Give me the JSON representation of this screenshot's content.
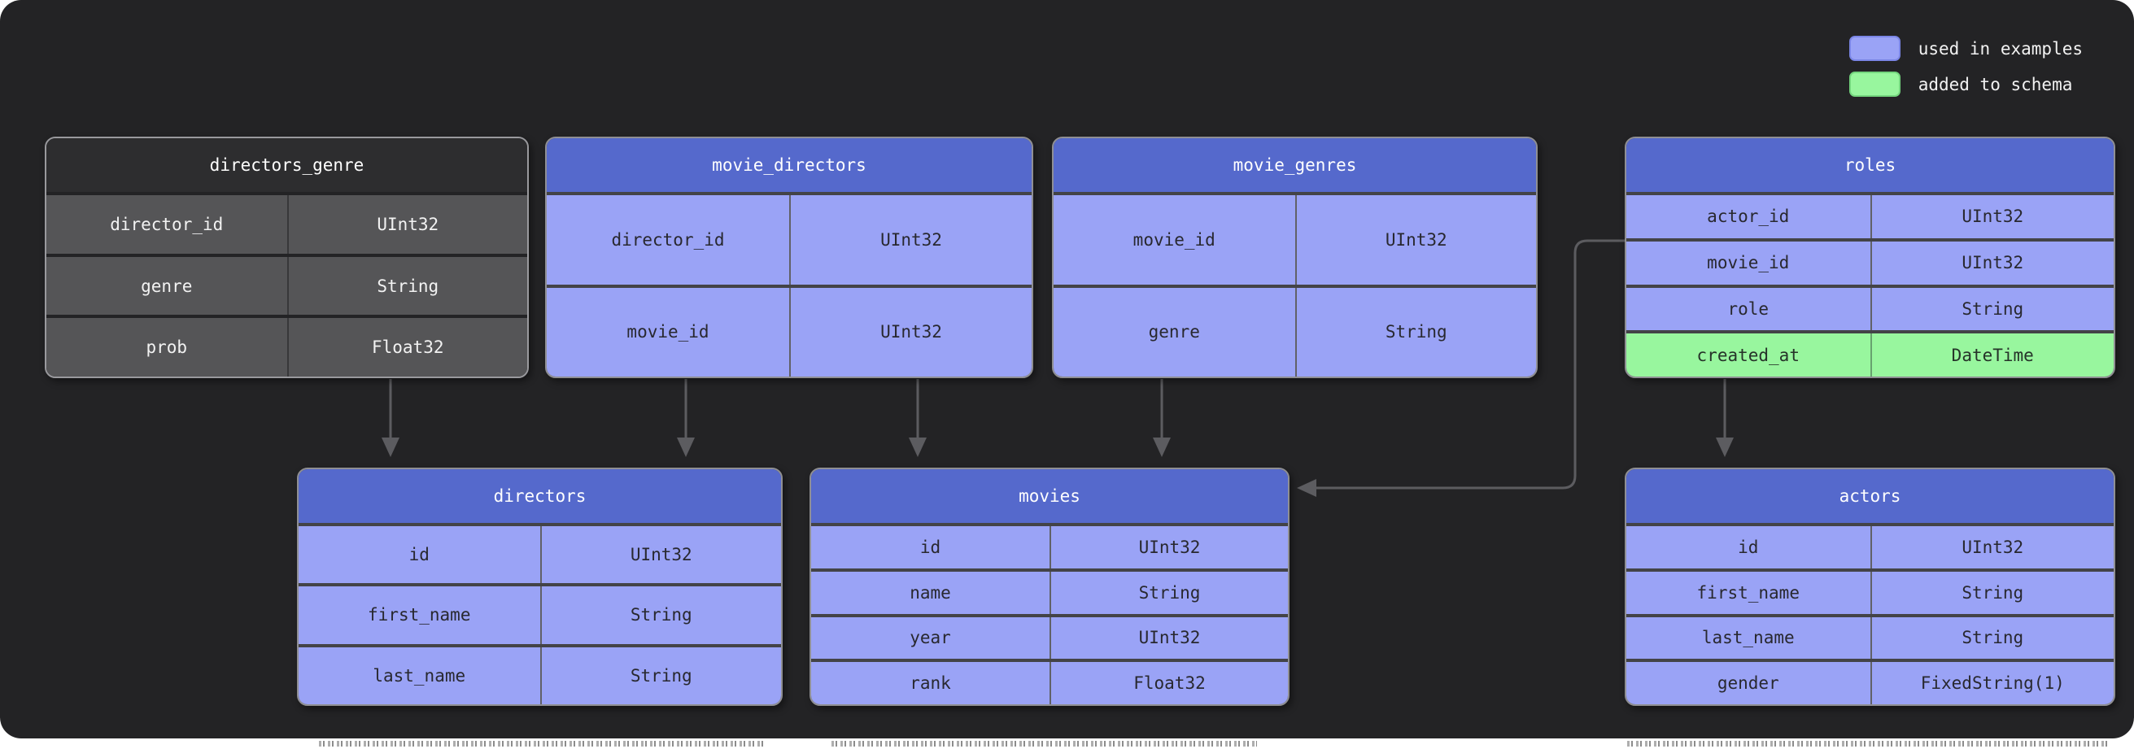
{
  "legend": {
    "items": [
      {
        "label": "used in examples",
        "color": "#9aa3f6",
        "border": "#7b86e6"
      },
      {
        "label": "added to schema",
        "color": "#98f69e",
        "border": "#74d67e"
      }
    ]
  },
  "diagram": {
    "tables": [
      {
        "id": "directors_genre",
        "title": "directors_genre",
        "variant": "plain",
        "fields": [
          {
            "name": "director_id",
            "type": "UInt32"
          },
          {
            "name": "genre",
            "type": "String"
          },
          {
            "name": "prob",
            "type": "Float32"
          }
        ]
      },
      {
        "id": "movie_directors",
        "title": "movie_directors",
        "variant": "blue",
        "fields": [
          {
            "name": "director_id",
            "type": "UInt32"
          },
          {
            "name": "movie_id",
            "type": "UInt32"
          }
        ]
      },
      {
        "id": "movie_genres",
        "title": "movie_genres",
        "variant": "blue",
        "fields": [
          {
            "name": "movie_id",
            "type": "UInt32"
          },
          {
            "name": "genre",
            "type": "String"
          }
        ]
      },
      {
        "id": "roles",
        "title": "roles",
        "variant": "blue",
        "fields": [
          {
            "name": "actor_id",
            "type": "UInt32"
          },
          {
            "name": "movie_id",
            "type": "UInt32"
          },
          {
            "name": "role",
            "type": "String"
          },
          {
            "name": "created_at",
            "type": "DateTime",
            "added": true
          }
        ]
      },
      {
        "id": "directors",
        "title": "directors",
        "variant": "blue",
        "fields": [
          {
            "name": "id",
            "type": "UInt32"
          },
          {
            "name": "first_name",
            "type": "String"
          },
          {
            "name": "last_name",
            "type": "String"
          }
        ]
      },
      {
        "id": "movies",
        "title": "movies",
        "variant": "blue",
        "fields": [
          {
            "name": "id",
            "type": "UInt32"
          },
          {
            "name": "name",
            "type": "String"
          },
          {
            "name": "year",
            "type": "UInt32"
          },
          {
            "name": "rank",
            "type": "Float32"
          }
        ]
      },
      {
        "id": "actors",
        "title": "actors",
        "variant": "blue",
        "fields": [
          {
            "name": "id",
            "type": "UInt32"
          },
          {
            "name": "first_name",
            "type": "String"
          },
          {
            "name": "last_name",
            "type": "String"
          },
          {
            "name": "gender",
            "type": "FixedString(1)"
          }
        ]
      }
    ],
    "connectors": [
      {
        "from": "directors_genre",
        "to": "directors"
      },
      {
        "from": "movie_directors.director_id",
        "to": "directors"
      },
      {
        "from": "movie_directors.movie_id",
        "to": "movies"
      },
      {
        "from": "movie_genres.movie_id",
        "to": "movies"
      },
      {
        "from": "roles",
        "to": "movies"
      },
      {
        "from": "roles.created_at",
        "to": "actors"
      }
    ],
    "highlight_colors": {
      "used_in_examples": "#9aa3f6",
      "added_to_schema": "#98f69e"
    }
  }
}
